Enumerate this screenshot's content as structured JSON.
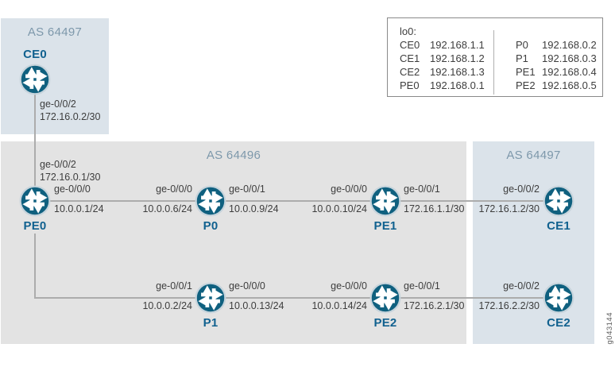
{
  "as_boxes": [
    {
      "label": "AS 64497"
    },
    {
      "label": "AS 64496"
    },
    {
      "label": "AS 64497"
    }
  ],
  "routers": [
    {
      "name": "CE0"
    },
    {
      "name": "PE0"
    },
    {
      "name": "P0"
    },
    {
      "name": "PE1"
    },
    {
      "name": "CE1"
    },
    {
      "name": "P1"
    },
    {
      "name": "PE2"
    },
    {
      "name": "CE2"
    }
  ],
  "interface_labels": [
    {
      "iface": "ge-0/0/2",
      "ip": "172.16.0.2/30"
    },
    {
      "iface": "ge-0/0/2",
      "ip": "172.16.0.1/30"
    },
    {
      "iface": "ge-0/0/0",
      "ip": "10.0.0.1/24"
    },
    {
      "iface": "ge-0/0/0",
      "ip": "10.0.0.6/24"
    },
    {
      "iface": "ge-0/0/1",
      "ip": "10.0.0.9/24"
    },
    {
      "iface": "ge-0/0/0",
      "ip": "10.0.0.10/24"
    },
    {
      "iface": "ge-0/0/1",
      "ip": "172.16.1.1/30"
    },
    {
      "iface": "ge-0/0/2",
      "ip": "172.16.1.2/30"
    },
    {
      "iface": "ge-0/0/1",
      "ip": "10.0.0.2/24"
    },
    {
      "iface": "ge-0/0/0",
      "ip": "10.0.0.13/24"
    },
    {
      "iface": "ge-0/0/0",
      "ip": "10.0.0.14/24"
    },
    {
      "iface": "ge-0/0/1",
      "ip": "172.16.2.1/30"
    },
    {
      "iface": "ge-0/0/2",
      "ip": "172.16.2.2/30"
    }
  ],
  "loopback_table": {
    "title": "lo0:",
    "left": [
      {
        "router": "CE0",
        "ip": "192.168.1.1"
      },
      {
        "router": "CE1",
        "ip": "192.168.1.2"
      },
      {
        "router": "CE2",
        "ip": "192.168.1.3"
      },
      {
        "router": "PE0",
        "ip": "192.168.0.1"
      }
    ],
    "right": [
      {
        "router": "P0",
        "ip": "192.168.0.2"
      },
      {
        "router": "P1",
        "ip": "192.168.0.3"
      },
      {
        "router": "PE1",
        "ip": "192.168.0.4"
      },
      {
        "router": "PE2",
        "ip": "192.168.0.5"
      }
    ]
  },
  "watermark": "g043144",
  "colors": {
    "customer_as_fill": "#dbe3ea",
    "provider_as_fill": "#e3e3e3",
    "as_label_text": "#7d98ab",
    "router_name_text": "#11618f",
    "router_icon_fill": "#0f607f",
    "link_line": "#acacac",
    "label_text": "#3d3d3d"
  }
}
